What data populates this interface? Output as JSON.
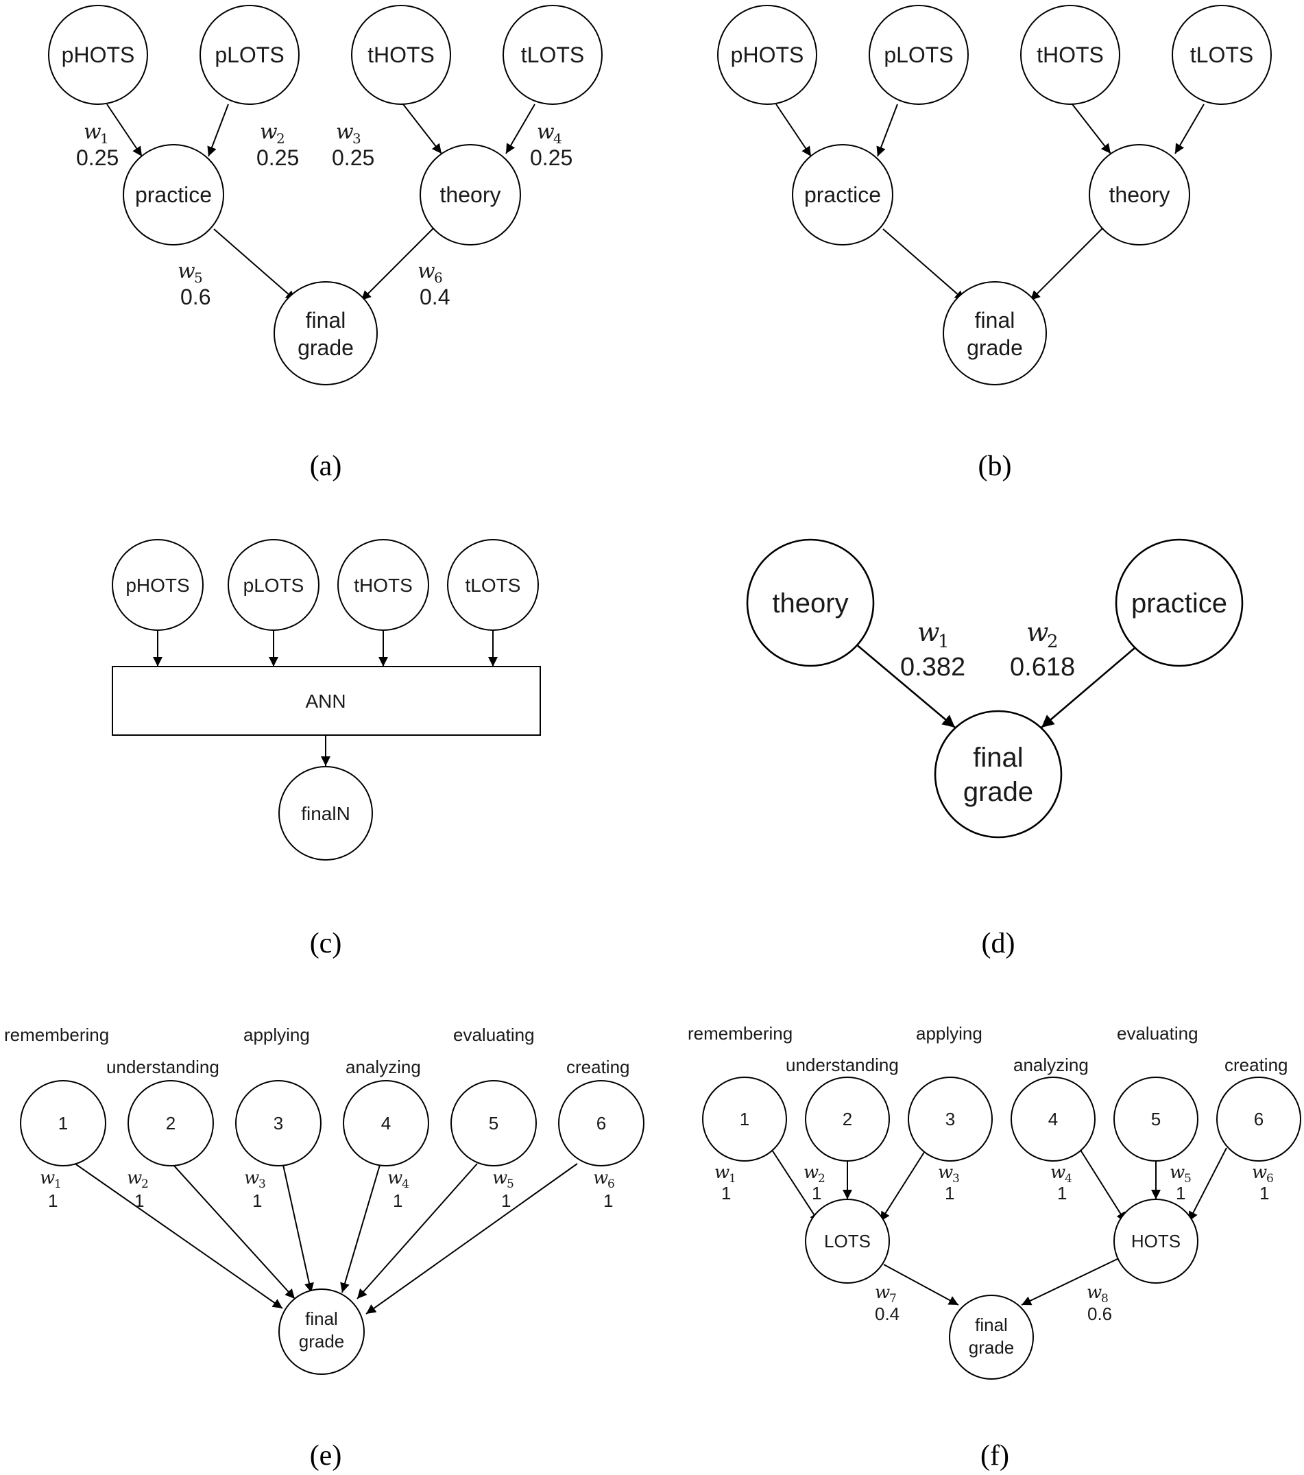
{
  "panels": {
    "a": {
      "caption": "(a)",
      "nodes": {
        "phots": "pHOTS",
        "plots": "pLOTS",
        "thots": "tHOTS",
        "tlots": "tLOTS",
        "practice": "practice",
        "theory": "theory",
        "final_l1": "final",
        "final_l2": "grade"
      },
      "weights": {
        "w1": {
          "sym": "w",
          "sub": "1",
          "val": "0.25"
        },
        "w2": {
          "sym": "w",
          "sub": "2",
          "val": "0.25"
        },
        "w3": {
          "sym": "w",
          "sub": "3",
          "val": "0.25"
        },
        "w4": {
          "sym": "w",
          "sub": "4",
          "val": "0.25"
        },
        "w5": {
          "sym": "w",
          "sub": "5",
          "val": "0.6"
        },
        "w6": {
          "sym": "w",
          "sub": "6",
          "val": "0.4"
        }
      }
    },
    "b": {
      "caption": "(b)",
      "nodes": {
        "phots": "pHOTS",
        "plots": "pLOTS",
        "thots": "tHOTS",
        "tlots": "tLOTS",
        "practice": "practice",
        "theory": "theory",
        "final_l1": "final",
        "final_l2": "grade"
      }
    },
    "c": {
      "caption": "(c)",
      "nodes": {
        "phots": "pHOTS",
        "plots": "pLOTS",
        "thots": "tHOTS",
        "tlots": "tLOTS",
        "ann": "ANN",
        "finaln": "finalN"
      }
    },
    "d": {
      "caption": "(d)",
      "nodes": {
        "theory": "theory",
        "practice": "practice",
        "final_l1": "final",
        "final_l2": "grade"
      },
      "weights": {
        "w1": {
          "sym": "w",
          "sub": "1",
          "val": "0.382"
        },
        "w2": {
          "sym": "w",
          "sub": "2",
          "val": "0.618"
        }
      }
    },
    "e": {
      "caption": "(e)",
      "levels": [
        "remembering",
        "understanding",
        "applying",
        "analyzing",
        "evaluating",
        "creating"
      ],
      "nodes": [
        "1",
        "2",
        "3",
        "4",
        "5",
        "6"
      ],
      "final_l1": "final",
      "final_l2": "grade",
      "weights": [
        {
          "sym": "w",
          "sub": "1",
          "val": "1"
        },
        {
          "sym": "w",
          "sub": "2",
          "val": "1"
        },
        {
          "sym": "w",
          "sub": "3",
          "val": "1"
        },
        {
          "sym": "w",
          "sub": "4",
          "val": "1"
        },
        {
          "sym": "w",
          "sub": "5",
          "val": "1"
        },
        {
          "sym": "w",
          "sub": "6",
          "val": "1"
        }
      ]
    },
    "f": {
      "caption": "(f)",
      "levels": [
        "remembering",
        "understanding",
        "applying",
        "analyzing",
        "evaluating",
        "creating"
      ],
      "nodes": [
        "1",
        "2",
        "3",
        "4",
        "5",
        "6"
      ],
      "lots": "LOTS",
      "hots": "HOTS",
      "final_l1": "final",
      "final_l2": "grade",
      "weights": [
        {
          "sym": "w",
          "sub": "1",
          "val": "1"
        },
        {
          "sym": "w",
          "sub": "2",
          "val": "1"
        },
        {
          "sym": "w",
          "sub": "3",
          "val": "1"
        },
        {
          "sym": "w",
          "sub": "4",
          "val": "1"
        },
        {
          "sym": "w",
          "sub": "5",
          "val": "1"
        },
        {
          "sym": "w",
          "sub": "6",
          "val": "1"
        },
        {
          "sym": "w",
          "sub": "7",
          "val": "0.4"
        },
        {
          "sym": "w",
          "sub": "8",
          "val": "0.6"
        }
      ]
    }
  }
}
